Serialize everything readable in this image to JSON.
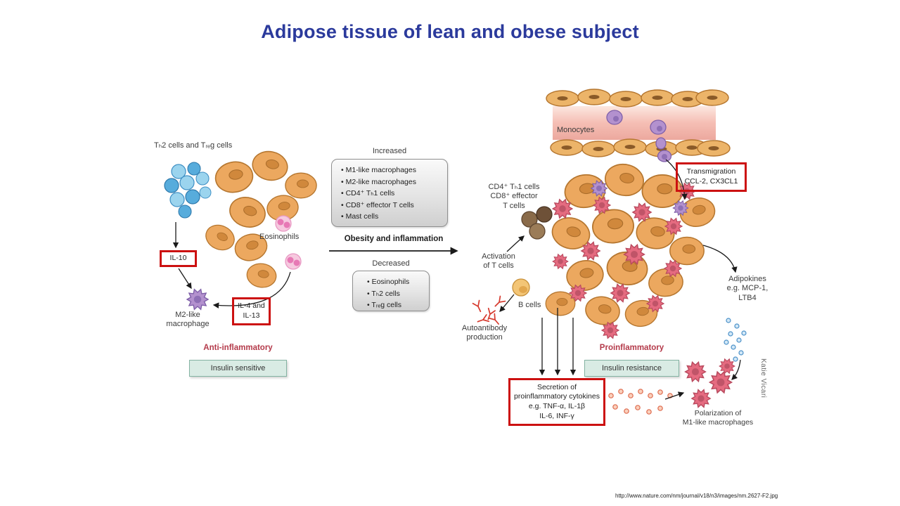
{
  "title": "Adipose tissue of lean and obese subject",
  "credit": "Katie Vicari",
  "source_url": "http://www.nature.com/nm/journal/v18/n3/images/nm.2627-F2.jpg",
  "colors": {
    "title_blue": "#2b3a9c",
    "annotation_red": "#cc1111",
    "inflammatory_text_red": "#b43a4a",
    "insulin_box_teal": "#d9ebe4",
    "adipocyte_orange": "#eca85f",
    "m1_macrophage_pink": "#e56b80",
    "monocyte_purple": "#b391ce",
    "th2_cell_blue": "#57acdc",
    "adipokine_dot_blue": "#4a90c8",
    "cytokine_dot_orange": "#de6a4d"
  },
  "lean": {
    "th2_treg_label": "Tₕ2 cells and Tᵣₑg cells",
    "eosinophils_label": "Eosinophils",
    "il10_label": "IL-10",
    "m2_macrophage_label": "M2-like\nmacrophage",
    "il4_il13_label": "IL-4 and\nIL-13",
    "anti_inflammatory_label": "Anti-inflammatory",
    "insulin_sensitive_label": "Insulin sensitive"
  },
  "middle": {
    "increased_title": "Increased",
    "increased_items": [
      "M1-like macrophages",
      "M2-like macrophages",
      "CD4⁺ Tₕ1 cells",
      "CD8⁺ effector T cells",
      "Mast cells"
    ],
    "obesity_label": "Obesity and inflammation",
    "decreased_title": "Decreased",
    "decreased_items": [
      "Eosinophils",
      "Tₕ2 cells",
      "Tᵣₑg cells"
    ]
  },
  "obese": {
    "monocytes_label": "Monocytes",
    "transmigration_label": "Transmigration",
    "transmigration_molecules": "CCL-2, CX3CL1",
    "t_cells_label": "CD4⁺ Tₕ1 cells\nCD8⁺ effector\nT cells",
    "activation_label": "Activation\nof T cells",
    "b_cells_label": "B cells",
    "autoantibody_label": "Autoantibody\nproduction",
    "adipokines_label": "Adipokines\ne.g. MCP-1,\nLTB4",
    "proinflammatory_label": "Proinflammatory",
    "insulin_resistance_label": "Insulin resistance",
    "secretion_label": "Secretion of\nproinflammatory cytokines\ne.g. TNF-α, IL-1β\nIL-6, INF-γ",
    "polarization_label": "Polarization of\nM1-like macrophages"
  }
}
